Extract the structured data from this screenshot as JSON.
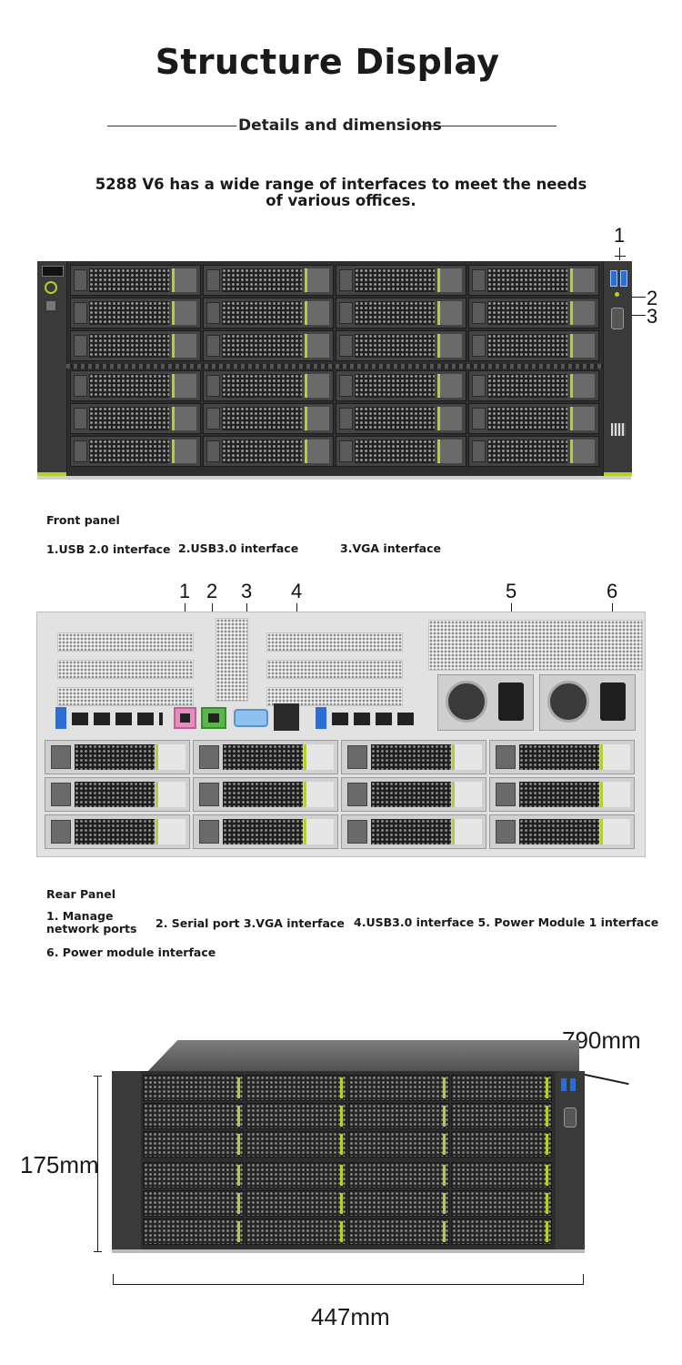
{
  "header": {
    "title": "Structure Display",
    "subtitle": "Details and dimensions",
    "intro": "5288 V6 has a wide range of interfaces to meet the needs of various offices."
  },
  "front_panel": {
    "callouts": [
      "1",
      "2",
      "3"
    ],
    "heading": "Front panel",
    "labels": [
      "1.USB 2.0 interface",
      "2.USB3.0 interface",
      "3.VGA interface"
    ]
  },
  "rear_panel": {
    "callouts": [
      "1",
      "2",
      "3",
      "4",
      "5",
      "6"
    ],
    "heading": "Rear Panel",
    "labels": [
      "1. Manage network ports",
      "2. Serial port 3.VGA interface",
      "4.USB3.0 interface 5. Power Module 1 interface",
      "6. Power module interface"
    ]
  },
  "dimensions": {
    "depth": "790mm",
    "height": "175mm",
    "width": "447mm"
  },
  "colors": {
    "accent_green": "#b6cf2b",
    "usb_blue": "#2a6fd6",
    "port_pink": "#e88bc0",
    "port_green": "#5ab54b",
    "port_lightblue": "#8fc1ef"
  }
}
